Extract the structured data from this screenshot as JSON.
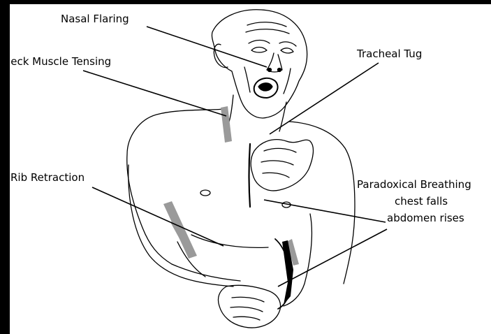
{
  "labels": {
    "nasal_flaring": "Nasal Flaring",
    "neck_muscle": "Neck Muscle Tensing",
    "tracheal_tug": "Tracheal Tug",
    "rib_retraction": "Rib Retraction",
    "paradoxical": "Paradoxical Breathing",
    "chest_falls": "chest falls",
    "abdomen_rises": "abdomen rises"
  },
  "colors": {
    "background": "#000000",
    "canvas": "#ffffff",
    "ink": "#000000",
    "shading": "#9a9a9a"
  }
}
